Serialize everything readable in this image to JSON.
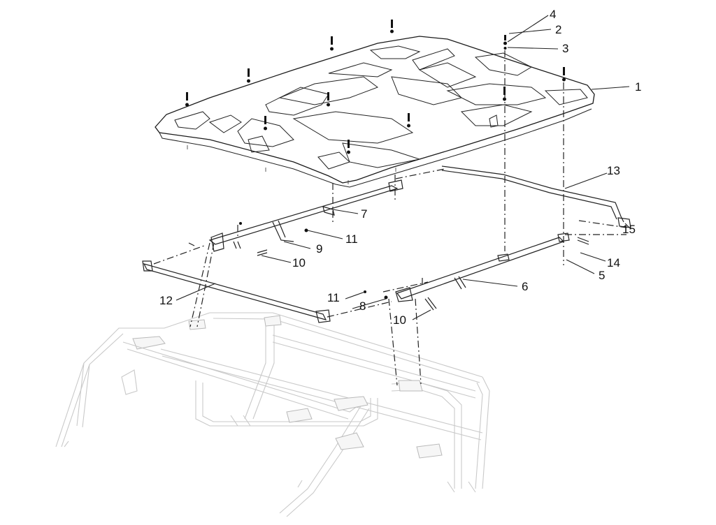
{
  "callouts": [
    {
      "id": "c1",
      "text": "1"
    },
    {
      "id": "c2",
      "text": "2"
    },
    {
      "id": "c3",
      "text": "3"
    },
    {
      "id": "c4",
      "text": "4"
    },
    {
      "id": "c5",
      "text": "5"
    },
    {
      "id": "c6",
      "text": "6"
    },
    {
      "id": "c7",
      "text": "7"
    },
    {
      "id": "c8",
      "text": "8"
    },
    {
      "id": "c9",
      "text": "9"
    },
    {
      "id": "c10a",
      "text": "10"
    },
    {
      "id": "c10b",
      "text": "10"
    },
    {
      "id": "c11a",
      "text": "11"
    },
    {
      "id": "c11b",
      "text": "11"
    },
    {
      "id": "c12",
      "text": "12"
    },
    {
      "id": "c13",
      "text": "13"
    },
    {
      "id": "c14",
      "text": "14"
    },
    {
      "id": "c15",
      "text": "15"
    }
  ]
}
